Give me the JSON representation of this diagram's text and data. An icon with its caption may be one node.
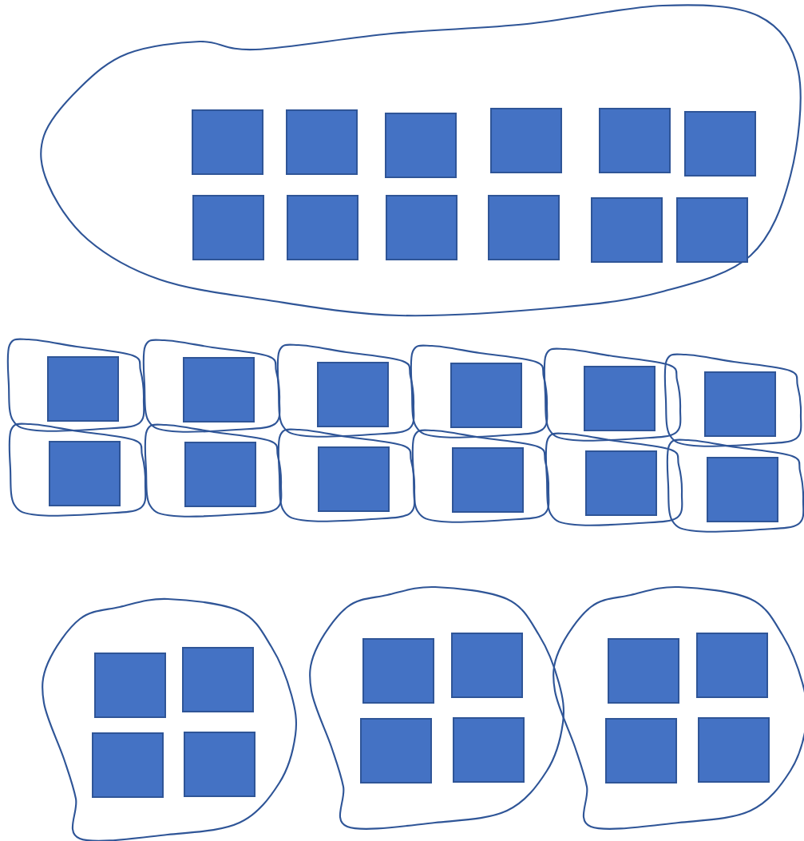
{
  "diagram": {
    "nodes": [
      {
        "text": [],
        "shape": "cloud"
      },
      {
        "text": [],
        "shape": "box",
        "in": 0
      },
      {
        "text": [],
        "shape": "box",
        "in": 0
      },
      {
        "text": [],
        "shape": "box",
        "in": 0
      },
      {
        "text": [],
        "shape": "box",
        "in": 0
      },
      {
        "text": [],
        "shape": "box",
        "in": 0
      },
      {
        "text": [],
        "shape": "box",
        "in": 0
      },
      {
        "text": [],
        "shape": "box",
        "in": 0
      },
      {
        "text": [],
        "shape": "box",
        "in": 0
      },
      {
        "text": [],
        "shape": "box",
        "in": 0
      },
      {
        "text": [],
        "shape": "box",
        "in": 0
      },
      {
        "text": [],
        "shape": "box",
        "in": 0
      },
      {
        "text": [],
        "shape": "box",
        "in": 0
      },
      {
        "text": [],
        "shape": "cloud"
      },
      {
        "text": [],
        "shape": "box",
        "in": 13
      },
      {
        "text": [],
        "shape": "cloud"
      },
      {
        "text": [],
        "shape": "box",
        "in": 15
      },
      {
        "text": [],
        "shape": "cloud"
      },
      {
        "text": [],
        "shape": "box",
        "in": 17
      },
      {
        "text": [],
        "shape": "cloud"
      },
      {
        "text": [],
        "shape": "box",
        "in": 19
      },
      {
        "text": [],
        "shape": "cloud"
      },
      {
        "text": [],
        "shape": "box",
        "in": 21
      },
      {
        "text": [],
        "shape": "cloud"
      },
      {
        "text": [],
        "shape": "box",
        "in": 23
      },
      {
        "text": [],
        "shape": "cloud"
      },
      {
        "text": [],
        "shape": "box",
        "in": 25
      },
      {
        "text": [],
        "shape": "cloud"
      },
      {
        "text": [],
        "shape": "box",
        "in": 27
      },
      {
        "text": [],
        "shape": "cloud"
      },
      {
        "text": [],
        "shape": "box",
        "in": 29
      },
      {
        "text": [],
        "shape": "cloud"
      },
      {
        "text": [],
        "shape": "box",
        "in": 31
      },
      {
        "text": [],
        "shape": "cloud"
      },
      {
        "text": [],
        "shape": "box",
        "in": 33
      },
      {
        "text": [],
        "shape": "cloud"
      },
      {
        "text": [],
        "shape": "box",
        "in": 35
      },
      {
        "text": [],
        "shape": "cloud"
      },
      {
        "text": [],
        "shape": "box",
        "in": 37
      },
      {
        "text": [],
        "shape": "box",
        "in": 37
      },
      {
        "text": [],
        "shape": "box",
        "in": 37
      },
      {
        "text": [],
        "shape": "box",
        "in": 37
      },
      {
        "text": [],
        "shape": "cloud"
      },
      {
        "text": [],
        "shape": "box",
        "in": 42
      },
      {
        "text": [],
        "shape": "box",
        "in": 42
      },
      {
        "text": [],
        "shape": "box",
        "in": 42
      },
      {
        "text": [],
        "shape": "box",
        "in": 42
      },
      {
        "text": [],
        "shape": "cloud"
      },
      {
        "text": [],
        "shape": "box",
        "in": 47
      },
      {
        "text": [],
        "shape": "box",
        "in": 47
      },
      {
        "text": [],
        "shape": "box",
        "in": 47
      },
      {
        "text": [],
        "shape": "box",
        "in": 47
      }
    ]
  }
}
